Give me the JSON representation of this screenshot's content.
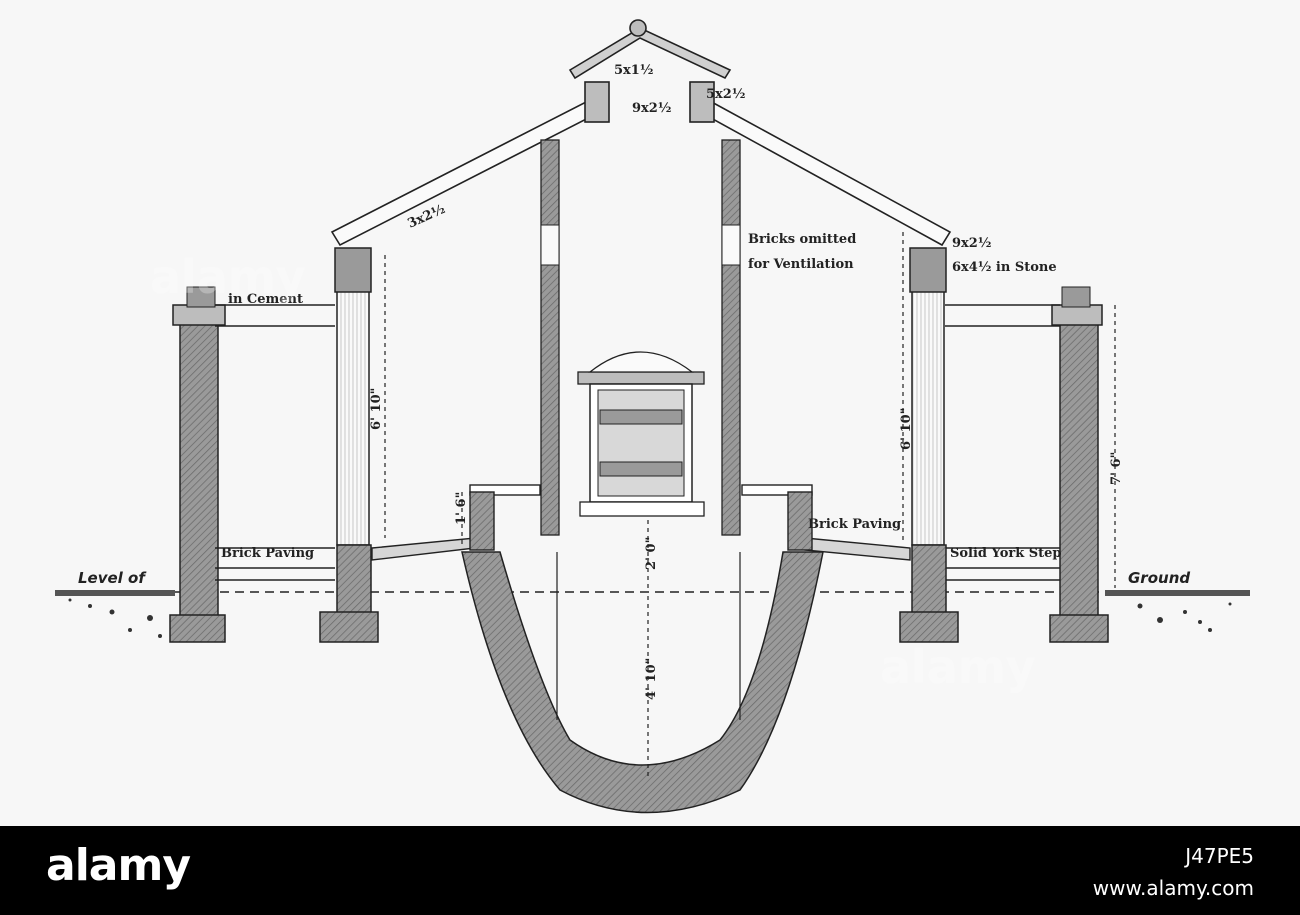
{
  "diagram": {
    "labels": {
      "ridge_top": "5x1½",
      "ridge_right": "5x2½",
      "ridge_mid": "9x2½",
      "rafter": "3x2½",
      "right_plate": "9x2½",
      "right_stone": "6x4½ in Stone",
      "cement": "in Cement",
      "ventilation_line1": "Bricks omitted",
      "ventilation_line2": "for Ventilation",
      "height_left": "6' 10\"",
      "height_right": "6' 10\"",
      "height_outer": "7' 6\"",
      "step_height": "1' 6\"",
      "pit_upper": "2' 0\"",
      "pit_lower": "4' 10\"",
      "brick_paving_left": "Brick Paving",
      "brick_paving_right": "Brick Paving",
      "york_step": "Solid York Step",
      "level_of": "Level of",
      "ground": "Ground"
    }
  },
  "watermark": {
    "text": "alamy"
  },
  "footer": {
    "brand": "alamy",
    "image_id": "J47PE5",
    "url": "www.alamy.com"
  }
}
